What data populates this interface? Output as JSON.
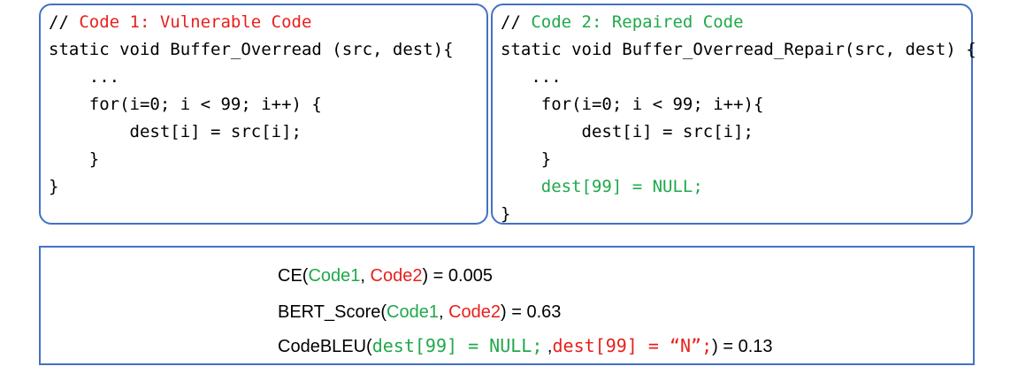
{
  "left_panel": {
    "lines": [
      {
        "parts": [
          {
            "text": "// ",
            "color": "black"
          },
          {
            "text": "Code 1: Vulnerable Code",
            "color": "red"
          }
        ]
      },
      {
        "parts": [
          {
            "text": "static void Buffer_Overread (src, dest){",
            "color": "black"
          }
        ]
      },
      {
        "parts": [
          {
            "text": "    ...",
            "color": "black"
          }
        ]
      },
      {
        "parts": [
          {
            "text": "    for(i=0; i < 99; i++) {",
            "color": "black"
          }
        ]
      },
      {
        "parts": [
          {
            "text": "        dest[i] = src[i];",
            "color": "black"
          }
        ]
      },
      {
        "parts": [
          {
            "text": "    }",
            "color": "black"
          }
        ]
      },
      {
        "parts": [
          {
            "text": "}",
            "color": "black"
          }
        ]
      }
    ]
  },
  "right_panel": {
    "lines": [
      {
        "parts": [
          {
            "text": "// ",
            "color": "black"
          },
          {
            "text": "Code 2: Repaired Code",
            "color": "green"
          }
        ]
      },
      {
        "parts": [
          {
            "text": "static void Buffer_Overread_Repair(src, dest) {",
            "color": "black"
          }
        ]
      },
      {
        "parts": [
          {
            "text": "   ...",
            "color": "black"
          }
        ]
      },
      {
        "parts": [
          {
            "text": "    for(i=0; i < 99; i++){",
            "color": "black"
          }
        ]
      },
      {
        "parts": [
          {
            "text": "        dest[i] = src[i];",
            "color": "black"
          }
        ]
      },
      {
        "parts": [
          {
            "text": "    }",
            "color": "black"
          }
        ]
      },
      {
        "parts": [
          {
            "text": "    dest[99] = NULL;",
            "color": "green"
          }
        ]
      },
      {
        "parts": [
          {
            "text": "}",
            "color": "black"
          }
        ]
      }
    ]
  },
  "metrics": {
    "ce": {
      "label": "CE(",
      "code1": "Code1",
      "sep": ", ",
      "code2": "Code2",
      "result": ") = 0.005"
    },
    "bert": {
      "label": "BERT_Score(",
      "code1": "Code1",
      "sep": ", ",
      "code2": "Code2",
      "result": ") = 0.63"
    },
    "codebleu": {
      "label": "CodeBLEU(",
      "arg1": "dest[99] = NULL;",
      "sep": " ,",
      "arg2": "dest[99] = “N”;",
      "result": ") = 0.13"
    }
  },
  "colors": {
    "red": "#e8201c",
    "green": "#1fa94a",
    "border": "#4472c4"
  }
}
